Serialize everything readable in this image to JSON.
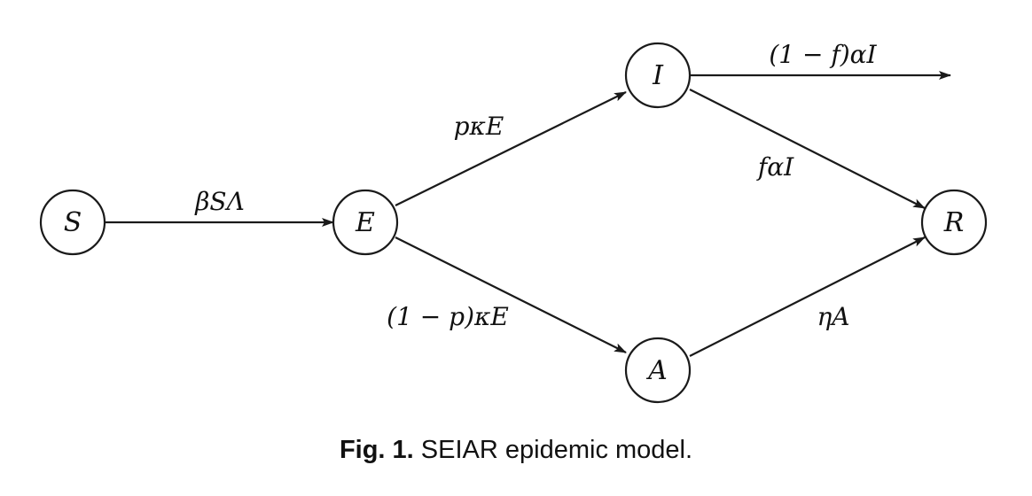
{
  "nodes": {
    "S": "S",
    "E": "E",
    "I": "I",
    "A": "A",
    "R": "R"
  },
  "edges": {
    "S_E": "βSΛ",
    "E_I": "pκE",
    "E_A": "(1 − p)κE",
    "I_out": "(1 − f)αI",
    "I_R": "fαI",
    "A_R": "ηA"
  },
  "caption": {
    "label": "Fig. 1.",
    "text": "SEIAR epidemic model."
  },
  "colors": {
    "stroke": "#1a1a1a",
    "text": "#111111",
    "background": "#ffffff"
  }
}
